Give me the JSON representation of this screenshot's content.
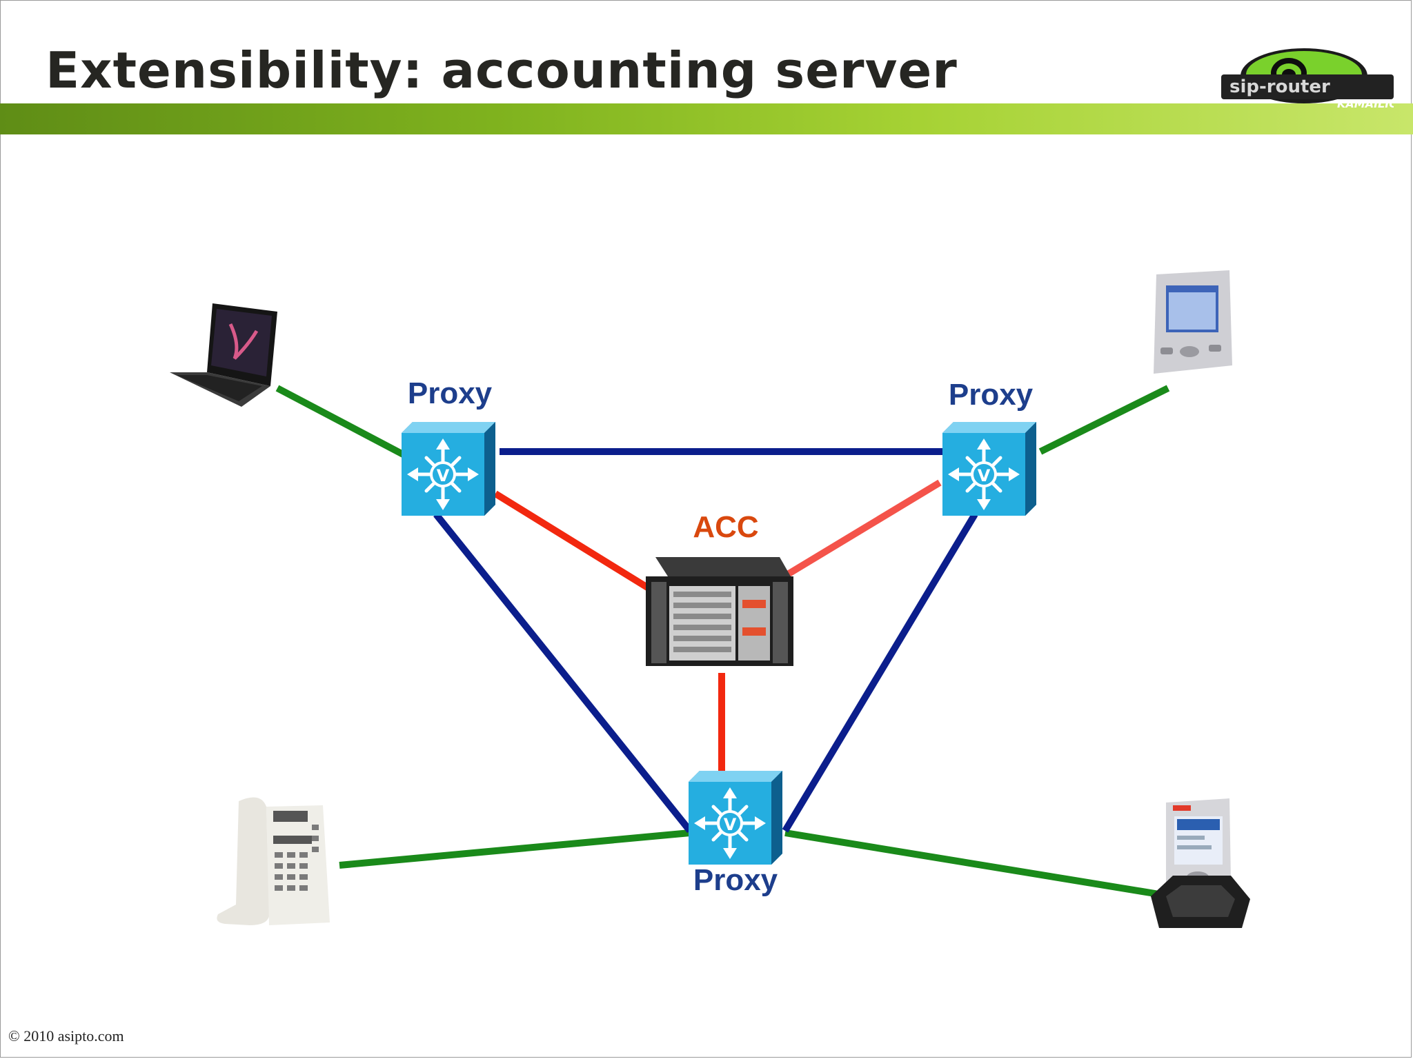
{
  "slide": {
    "title": "Extensibility: accounting server",
    "footer": "© 2010 asipto.com"
  },
  "logo": {
    "icon": "sip-router-kamailio-logo",
    "text_main": "sip-router",
    "text_sub": "KAMAILIO"
  },
  "nodes": {
    "proxy_left": {
      "label": "Proxy",
      "icon": "router-icon"
    },
    "proxy_right": {
      "label": "Proxy",
      "icon": "router-icon"
    },
    "proxy_bottom": {
      "label": "Proxy",
      "icon": "router-icon"
    },
    "acc": {
      "label": "ACC",
      "icon": "server-rack-icon"
    },
    "laptop": {
      "icon": "laptop-icon"
    },
    "pda_top": {
      "icon": "pda-icon"
    },
    "desk_phone": {
      "icon": "desk-phone-icon"
    },
    "pda_dock": {
      "icon": "pda-dock-icon"
    }
  },
  "colors": {
    "accent_bar": "#7fb21e",
    "proxy_label": "#1d3e8c",
    "acc_label": "#d9480e",
    "link_proxy": "#0b1e8c",
    "link_acc": "#f2280f",
    "link_client": "#1a8a1a",
    "router_fill": "#1fa8d8"
  }
}
